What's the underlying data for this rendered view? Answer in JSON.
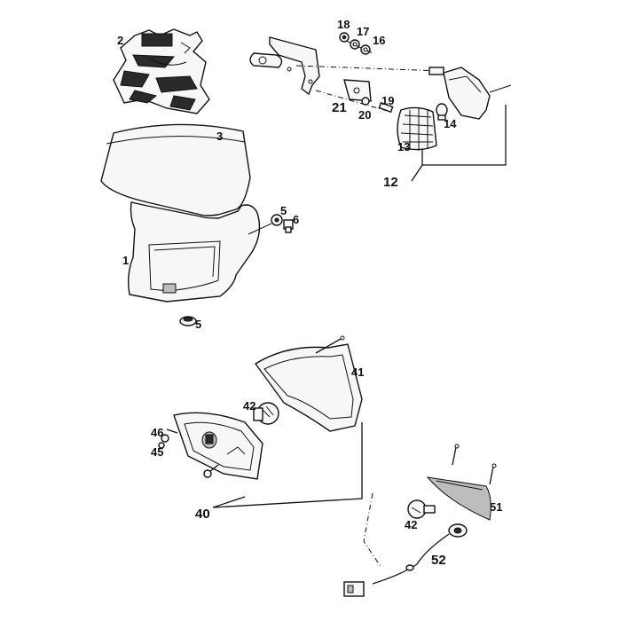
{
  "labels": {
    "l1": "1",
    "l2": "2",
    "l3": "3",
    "l5a": "5",
    "l5b": "5",
    "l6": "6",
    "l12": "12",
    "l13": "13",
    "l14": "14",
    "l16": "16",
    "l17": "17",
    "l18": "18",
    "l19": "19",
    "l20": "20",
    "l21": "21",
    "l40": "40",
    "l41": "41",
    "l42a": "42",
    "l42b": "42",
    "l45": "45",
    "l46": "46",
    "l51": "51",
    "l52": "52"
  }
}
